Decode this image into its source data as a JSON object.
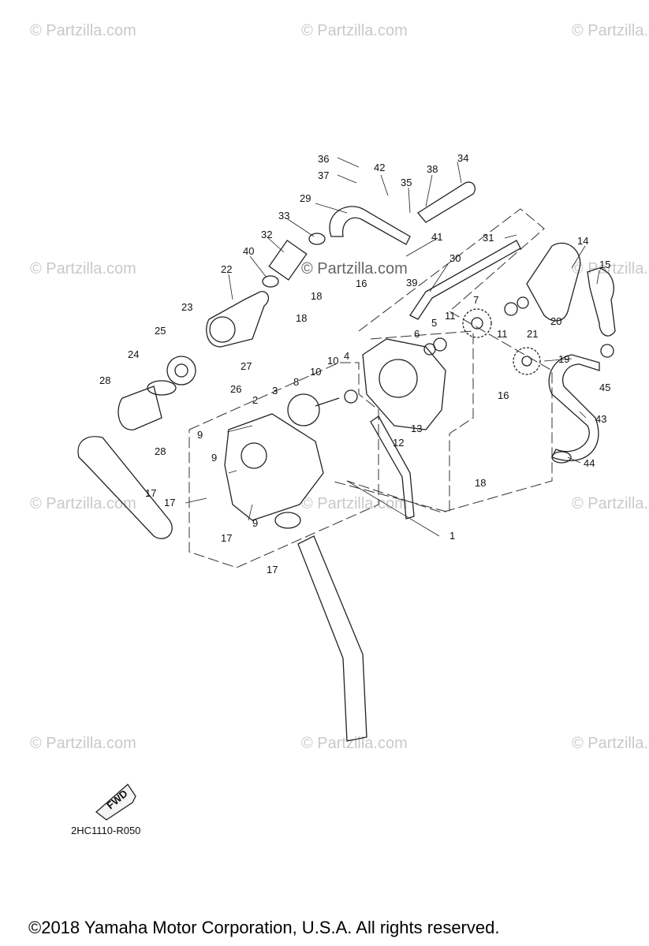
{
  "watermarks": [
    "© Partzilla.com",
    "© Partzilla.com",
    "© Partzilla.com",
    "© Partzilla.com",
    "© Partzilla.com",
    "© Partzilla.com",
    "© Partzilla.com",
    "© Partzilla.com",
    "© Partzilla.com",
    "© Partzilla.com",
    "© Partzilla.com",
    "© Partzilla.com"
  ],
  "center_watermark": "© Partzilla.com",
  "callouts": [
    "1",
    "2",
    "3",
    "4",
    "5",
    "6",
    "7",
    "8",
    "9",
    "10",
    "11",
    "12",
    "13",
    "14",
    "15",
    "16",
    "17",
    "18",
    "19",
    "20",
    "21",
    "22",
    "23",
    "24",
    "25",
    "26",
    "27",
    "28",
    "29",
    "30",
    "31",
    "32",
    "33",
    "34",
    "35",
    "36",
    "37",
    "38",
    "39",
    "40",
    "41",
    "42",
    "43",
    "44",
    "45"
  ],
  "fwd_label": "FWD",
  "diagram_code": "2HC1110-R050",
  "copyright": "©2018  Yamaha Motor Corporation, U.S.A. All rights reserved."
}
